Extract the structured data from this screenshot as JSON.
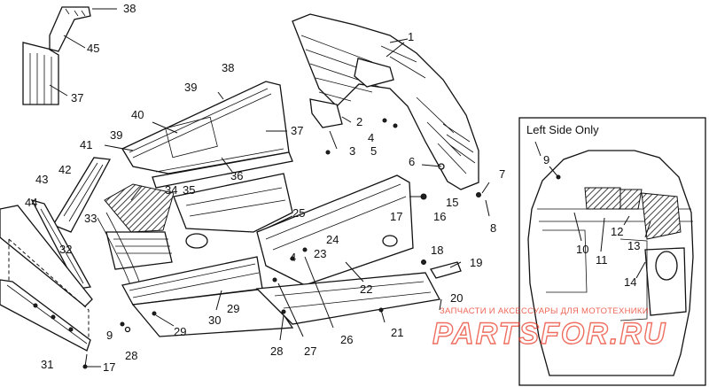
{
  "inset": {
    "title": "Left Side Only"
  },
  "watermark": {
    "caption": "ЗАПЧАСТИ И АКСЕССУАРЫ ДЛЯ МОТОТЕХНИКИ",
    "logo": "PARTSFOR.RU",
    "color": "#e8321e"
  },
  "callouts": [
    {
      "id": "c38a",
      "text": "38"
    },
    {
      "id": "c45",
      "text": "45"
    },
    {
      "id": "c37a",
      "text": "37"
    },
    {
      "id": "c1",
      "text": "1"
    },
    {
      "id": "c38b",
      "text": "38"
    },
    {
      "id": "c39a",
      "text": "39"
    },
    {
      "id": "c40",
      "text": "40"
    },
    {
      "id": "c37b",
      "text": "37"
    },
    {
      "id": "c2",
      "text": "2"
    },
    {
      "id": "c3",
      "text": "3"
    },
    {
      "id": "c4a",
      "text": "4"
    },
    {
      "id": "c5",
      "text": "5"
    },
    {
      "id": "c41",
      "text": "41"
    },
    {
      "id": "c39b",
      "text": "39"
    },
    {
      "id": "c36",
      "text": "36"
    },
    {
      "id": "c42",
      "text": "42"
    },
    {
      "id": "c43",
      "text": "43"
    },
    {
      "id": "c34",
      "text": "34"
    },
    {
      "id": "c35",
      "text": "35"
    },
    {
      "id": "c44",
      "text": "44"
    },
    {
      "id": "c33",
      "text": "33"
    },
    {
      "id": "c6",
      "text": "6"
    },
    {
      "id": "c7",
      "text": "7"
    },
    {
      "id": "c15",
      "text": "15"
    },
    {
      "id": "c16",
      "text": "16"
    },
    {
      "id": "c8",
      "text": "8"
    },
    {
      "id": "c25",
      "text": "25"
    },
    {
      "id": "c17a",
      "text": "17"
    },
    {
      "id": "c24",
      "text": "24"
    },
    {
      "id": "c23",
      "text": "23"
    },
    {
      "id": "c32",
      "text": "32"
    },
    {
      "id": "c4b",
      "text": "4"
    },
    {
      "id": "c18",
      "text": "18"
    },
    {
      "id": "c19",
      "text": "19"
    },
    {
      "id": "c22",
      "text": "22"
    },
    {
      "id": "c30",
      "text": "30"
    },
    {
      "id": "c29a",
      "text": "29"
    },
    {
      "id": "c20",
      "text": "20"
    },
    {
      "id": "c21",
      "text": "21"
    },
    {
      "id": "c29b",
      "text": "29"
    },
    {
      "id": "c26",
      "text": "26"
    },
    {
      "id": "c9a",
      "text": "9"
    },
    {
      "id": "c28a",
      "text": "28"
    },
    {
      "id": "c27",
      "text": "27"
    },
    {
      "id": "c28b",
      "text": "28"
    },
    {
      "id": "c31",
      "text": "31"
    },
    {
      "id": "c17b",
      "text": "17"
    },
    {
      "id": "c9b",
      "text": "9"
    },
    {
      "id": "c10",
      "text": "10"
    },
    {
      "id": "c11",
      "text": "11"
    },
    {
      "id": "c12",
      "text": "12"
    },
    {
      "id": "c13",
      "text": "13"
    },
    {
      "id": "c14",
      "text": "14"
    }
  ]
}
